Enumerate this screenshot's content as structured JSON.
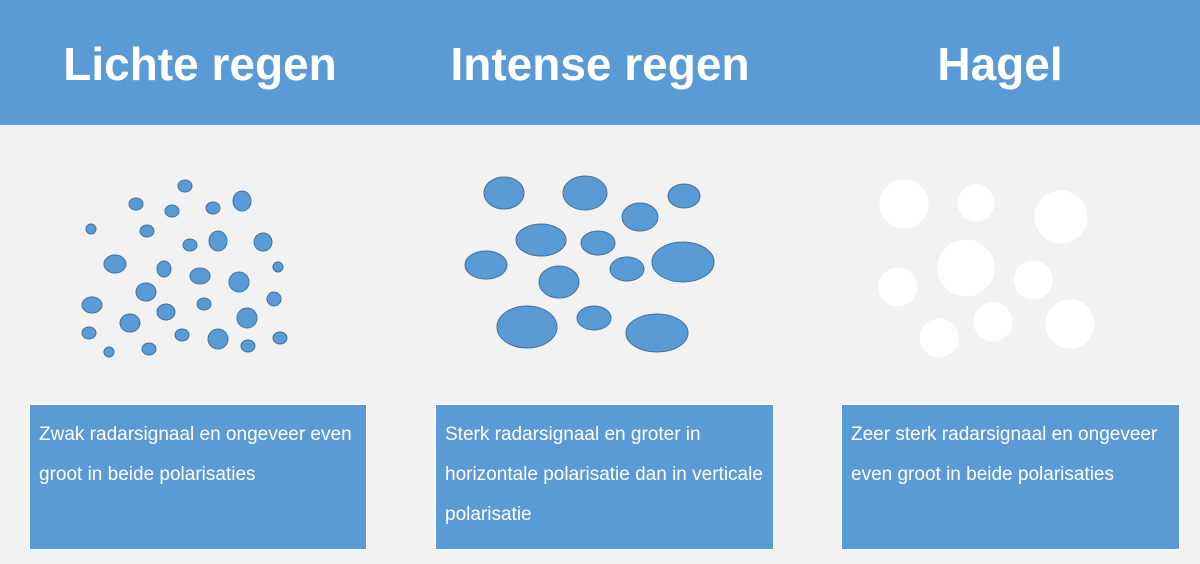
{
  "columns": [
    {
      "title": "Lichte regen",
      "description": "Zwak radarsignaal en ongeveer even groot in beide polarisaties",
      "drop_color": "#5b9bd5",
      "drop_outline": "#41719c"
    },
    {
      "title": "Intense regen",
      "description": "Sterk radarsignaal en groter in horizontale polarisatie dan in verticale polarisatie",
      "drop_color": "#5b9bd5",
      "drop_outline": "#41719c"
    },
    {
      "title": "Hagel",
      "description": "Zeer sterk radarsignaal en ongeveer even groot in beide polarisaties",
      "drop_color": "#ffffff",
      "drop_outline": "#ffffff"
    }
  ],
  "colors": {
    "header_bg": "#5b9bd5",
    "page_bg": "#f2f2f2",
    "box_bg": "#5b9bd5",
    "text": "#ffffff"
  }
}
